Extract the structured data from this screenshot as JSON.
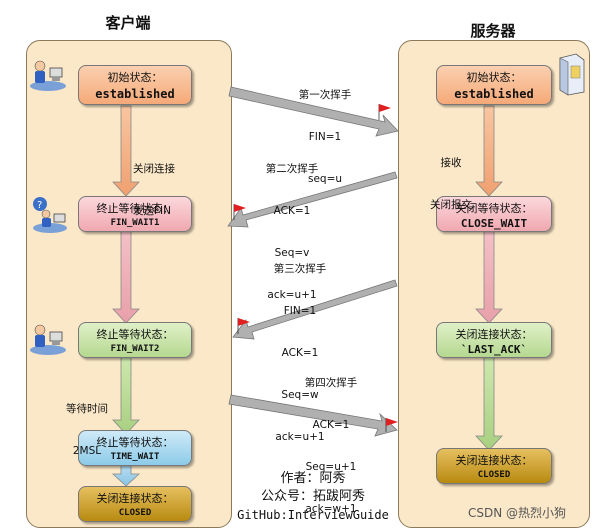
{
  "client": {
    "title": "客户端",
    "states": [
      {
        "line1": "初始状态：",
        "line2": "established"
      },
      {
        "line1": "终止等待状态：",
        "line2": "FIN_WAIT1"
      },
      {
        "line1": "终止等待状态：",
        "line2": "FIN_WAIT2"
      },
      {
        "line1": "终止等待状态：",
        "line2": "TIME_WAIT"
      },
      {
        "line1": "关闭连接状态：",
        "line2": "CLOSED"
      }
    ],
    "notes": {
      "close": [
        "关闭连接",
        "发送FIN"
      ],
      "wait": [
        "等待时间",
        "2MSL"
      ]
    }
  },
  "server": {
    "title": "服务器",
    "states": [
      {
        "line1": "初始状态：",
        "line2": "established"
      },
      {
        "line1": "关闭等待状态：",
        "line2": "CLOSE_WAIT"
      },
      {
        "line1": "关闭连接状态：",
        "line2": "LAST_ACK"
      },
      {
        "line1": "关闭连接状态：",
        "line2": "CLOSED"
      }
    ],
    "notes": {
      "recv": [
        "接收",
        "关闭报文"
      ]
    }
  },
  "handshakes": [
    {
      "title": "第一次挥手",
      "lines": [
        "FIN=1",
        "seq=u"
      ]
    },
    {
      "title": "第二次挥手",
      "lines": [
        "ACK=1",
        "Seq=v",
        "ack=u+1"
      ]
    },
    {
      "title": "第三次挥手",
      "lines": [
        "FIN=1",
        "ACK=1",
        "Seq=w",
        "ack=u+1"
      ]
    },
    {
      "title": "第四次挥手",
      "lines": [
        "ACK=1",
        "Seq=u+1",
        "ack=w+1"
      ]
    }
  ],
  "credit": [
    "作者：阿秀",
    "公众号：拓跋阿秀",
    "GitHub:InterviewGuide"
  ],
  "watermark": "CSDN @热烈小狗",
  "colors": {
    "panel": "#fbe8c8",
    "arrow": "#b0b0b0",
    "flag": "#e02020"
  }
}
